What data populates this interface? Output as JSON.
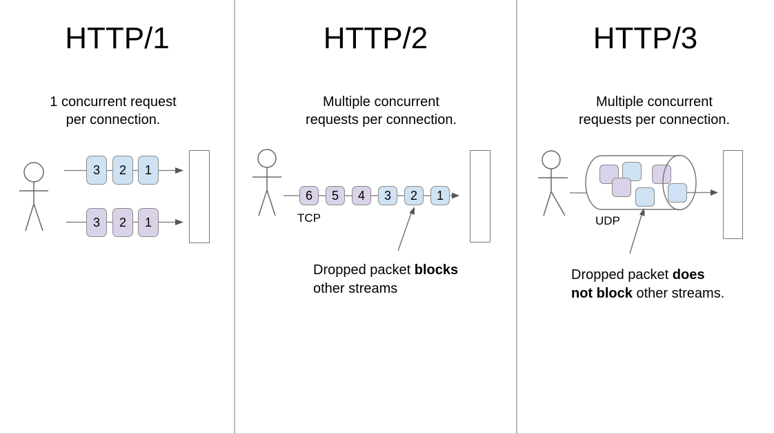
{
  "colors": {
    "packet_blue": "#cfe2f3",
    "packet_purple": "#d9d2e9",
    "outline": "#777777",
    "line": "#888888",
    "text": "#000000"
  },
  "panels": [
    {
      "title": "HTTP/1",
      "subtitle_line1": "1 concurrent request",
      "subtitle_line2": "per connection.",
      "rows": [
        {
          "packets": [
            "3",
            "2",
            "1"
          ]
        },
        {
          "packets": [
            "3",
            "2",
            "1"
          ]
        }
      ]
    },
    {
      "title": "HTTP/2",
      "subtitle_line1": "Multiple concurrent",
      "subtitle_line2": "requests per connection.",
      "protocol_label": "TCP",
      "packets": [
        "6",
        "5",
        "4",
        "3",
        "2",
        "1"
      ],
      "annotation": {
        "line1_regular": "Dropped packet ",
        "line1_bold": "blocks",
        "line2_regular": "other streams"
      }
    },
    {
      "title": "HTTP/3",
      "subtitle_line1": "Multiple concurrent",
      "subtitle_line2": "requests per connection.",
      "protocol_label": "UDP",
      "annotation": {
        "line1_regular": "Dropped packet ",
        "line1_bold": "does",
        "line2_bold": "not block",
        "line2_regular": " other streams."
      }
    }
  ]
}
